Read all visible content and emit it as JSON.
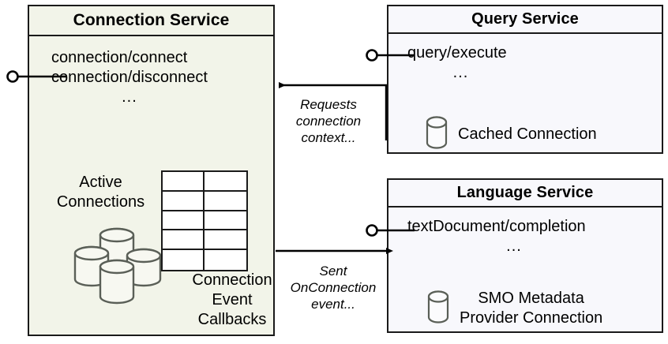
{
  "diagram": {
    "title": "Connection Service component interaction diagram",
    "colors": {
      "connection_service_fill": "#f2f4e9",
      "service_fill": "#f8f8fc",
      "stroke": "#1a1a1a",
      "icon_stroke": "#5a5f57",
      "text": "#000000"
    }
  },
  "connection_service": {
    "title": "Connection Service",
    "operations": [
      "connection/connect",
      "connection/disconnect"
    ],
    "ellipsis": "...",
    "active_connections_label": "Active\nConnections",
    "callbacks_label": "Connection\nEvent\nCallbacks",
    "table": {
      "columns": 2,
      "rows": 5
    },
    "db_cluster_count": 4,
    "interface_name": ""
  },
  "query_service": {
    "title": "Query Service",
    "operations": [
      "query/execute"
    ],
    "ellipsis": "...",
    "db_label": "Cached Connection",
    "interface_name": ""
  },
  "language_service": {
    "title": "Language Service",
    "operations": [
      "textDocument/completion"
    ],
    "ellipsis": "...",
    "db_label": "SMO Metadata\nProvider Connection",
    "interface_name": ""
  },
  "edges": [
    {
      "id": "requests-connection-context",
      "label": "Requests\nconnection\ncontext...",
      "from": "query_service",
      "to": "connection_service",
      "direction": "right-to-left"
    },
    {
      "id": "sent-onconnection-event",
      "label": "Sent\nOnConnection\nevent...",
      "from": "connection_service",
      "to": "language_service",
      "direction": "left-to-right"
    }
  ]
}
